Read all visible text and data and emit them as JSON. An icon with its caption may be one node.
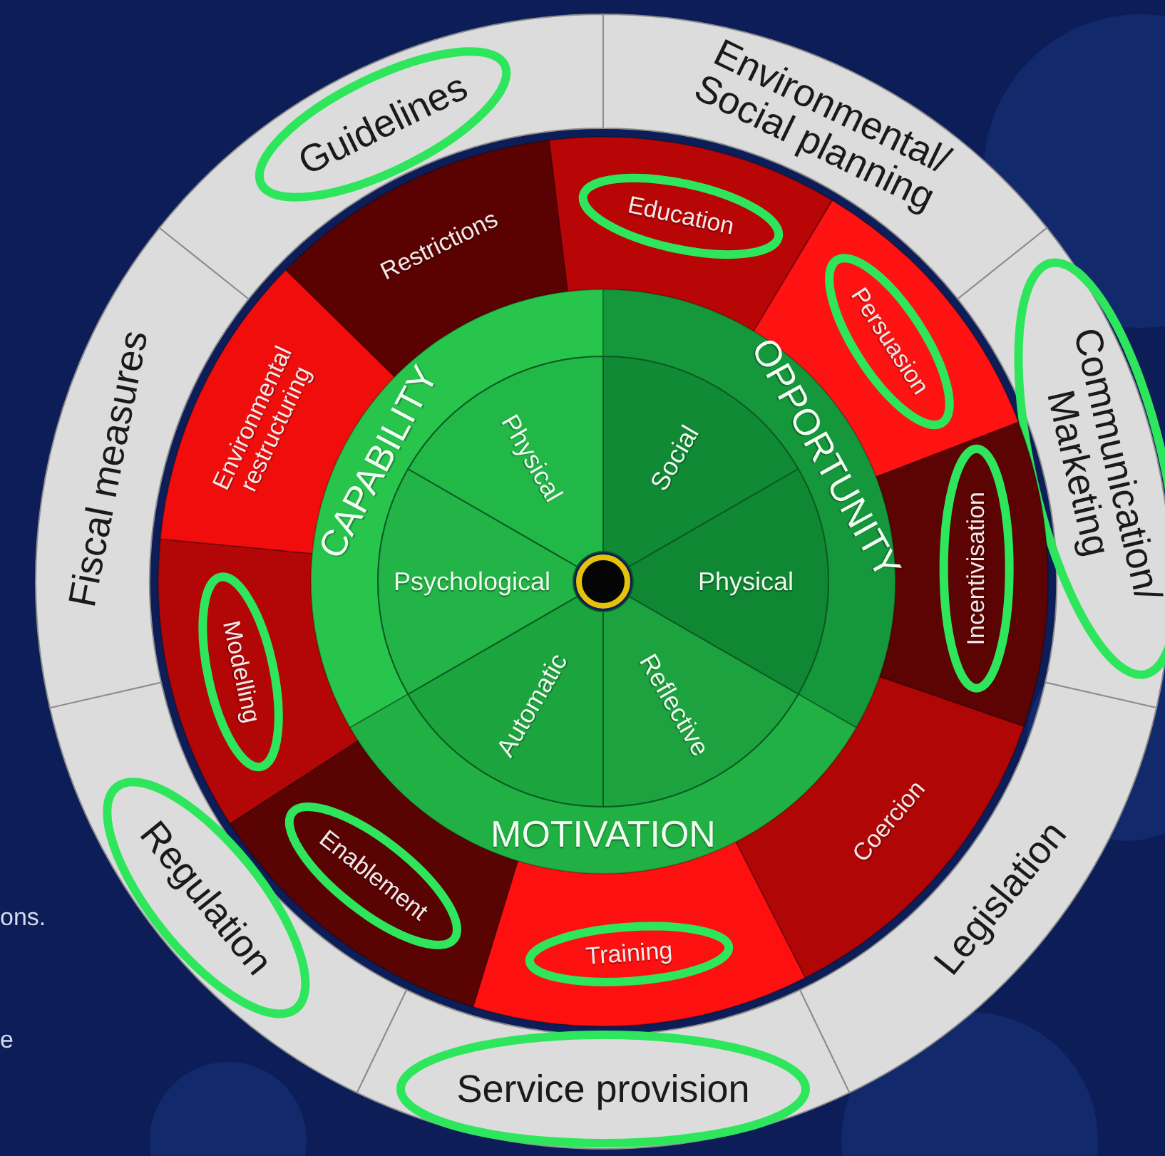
{
  "diagram": {
    "nodes": [
      {
        "text": [
          "Environmental/ Social planning"
        ]
      },
      {
        "text": [
          "Communication/ Marketing"
        ]
      },
      {
        "text": [
          "Legislation"
        ]
      },
      {
        "text": [
          "Service provision"
        ]
      },
      {
        "text": [
          "Regulation"
        ]
      },
      {
        "text": [
          "Fiscal measures"
        ]
      },
      {
        "text": [
          "Guidelines"
        ]
      },
      {
        "text": [
          "Education"
        ]
      },
      {
        "text": [
          "Persuasion"
        ]
      },
      {
        "text": [
          "Incentivisation"
        ]
      },
      {
        "text": [
          "Coercion"
        ]
      },
      {
        "text": [
          "Training"
        ]
      },
      {
        "text": [
          "Enablement"
        ]
      },
      {
        "text": [
          "Modelling"
        ]
      },
      {
        "text": [
          "Environmental restructuring"
        ]
      },
      {
        "text": [
          "Restrictions"
        ]
      },
      {
        "text": [
          "CAPABILITY"
        ]
      },
      {
        "text": [
          "OPPORTUNITY"
        ]
      },
      {
        "text": [
          "MOTIVATION"
        ]
      },
      {
        "text": [
          "Social"
        ]
      },
      {
        "text": [
          "Physical"
        ]
      },
      {
        "text": [
          "Reflective"
        ]
      },
      {
        "text": [
          "Automatic"
        ]
      },
      {
        "text": [
          "Psychological"
        ]
      },
      {
        "text": [
          "Physical"
        ]
      }
    ],
    "labels": [
      "ons.",
      "e"
    ]
  }
}
